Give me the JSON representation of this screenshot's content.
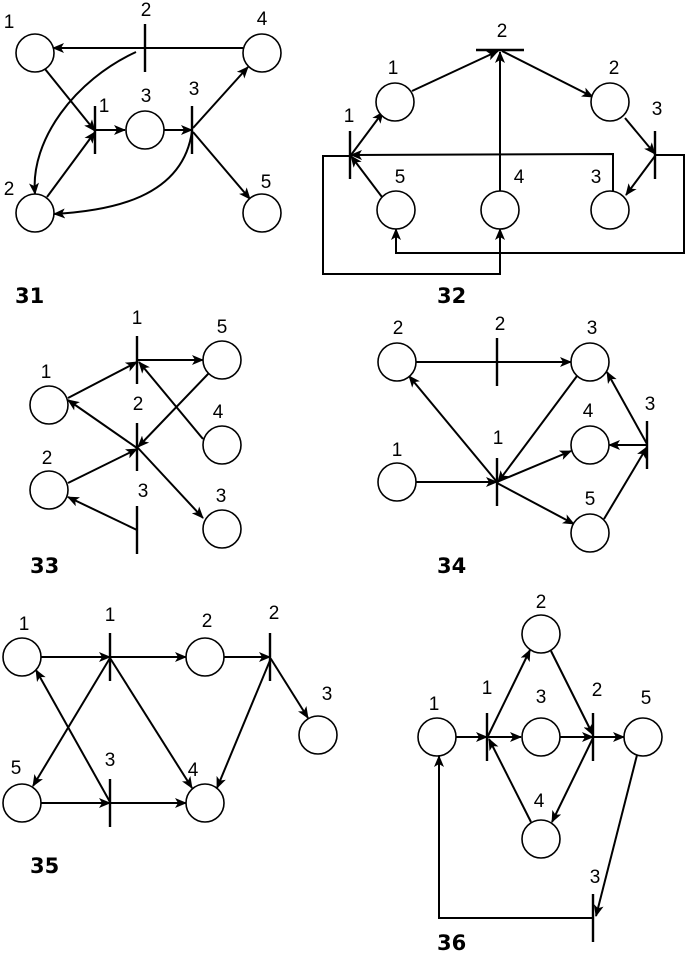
{
  "diagrams": [
    {
      "number": "31",
      "places": [
        {
          "label": "1"
        },
        {
          "label": "2"
        },
        {
          "label": "3"
        },
        {
          "label": "4"
        },
        {
          "label": "5"
        }
      ],
      "transitions": [
        {
          "label": "1"
        },
        {
          "label": "2"
        },
        {
          "label": "3"
        }
      ]
    },
    {
      "number": "32",
      "places": [
        {
          "label": "1"
        },
        {
          "label": "2"
        },
        {
          "label": "3"
        },
        {
          "label": "4"
        },
        {
          "label": "5"
        }
      ],
      "transitions": [
        {
          "label": "1"
        },
        {
          "label": "2"
        },
        {
          "label": "3"
        }
      ]
    },
    {
      "number": "33",
      "places": [
        {
          "label": "1"
        },
        {
          "label": "2"
        },
        {
          "label": "3"
        },
        {
          "label": "4"
        },
        {
          "label": "5"
        }
      ],
      "transitions": [
        {
          "label": "1"
        },
        {
          "label": "2"
        },
        {
          "label": "3"
        }
      ]
    },
    {
      "number": "34",
      "places": [
        {
          "label": "1"
        },
        {
          "label": "2"
        },
        {
          "label": "3"
        },
        {
          "label": "4"
        },
        {
          "label": "5"
        }
      ],
      "transitions": [
        {
          "label": "1"
        },
        {
          "label": "2"
        },
        {
          "label": "3"
        }
      ]
    },
    {
      "number": "35",
      "places": [
        {
          "label": "1"
        },
        {
          "label": "2"
        },
        {
          "label": "3"
        },
        {
          "label": "4"
        },
        {
          "label": "5"
        }
      ],
      "transitions": [
        {
          "label": "1"
        },
        {
          "label": "2"
        },
        {
          "label": "3"
        }
      ]
    },
    {
      "number": "36",
      "places": [
        {
          "label": "1"
        },
        {
          "label": "2"
        },
        {
          "label": "3"
        },
        {
          "label": "4"
        },
        {
          "label": "5"
        }
      ],
      "transitions": [
        {
          "label": "1"
        },
        {
          "label": "2"
        },
        {
          "label": "3"
        }
      ]
    }
  ]
}
